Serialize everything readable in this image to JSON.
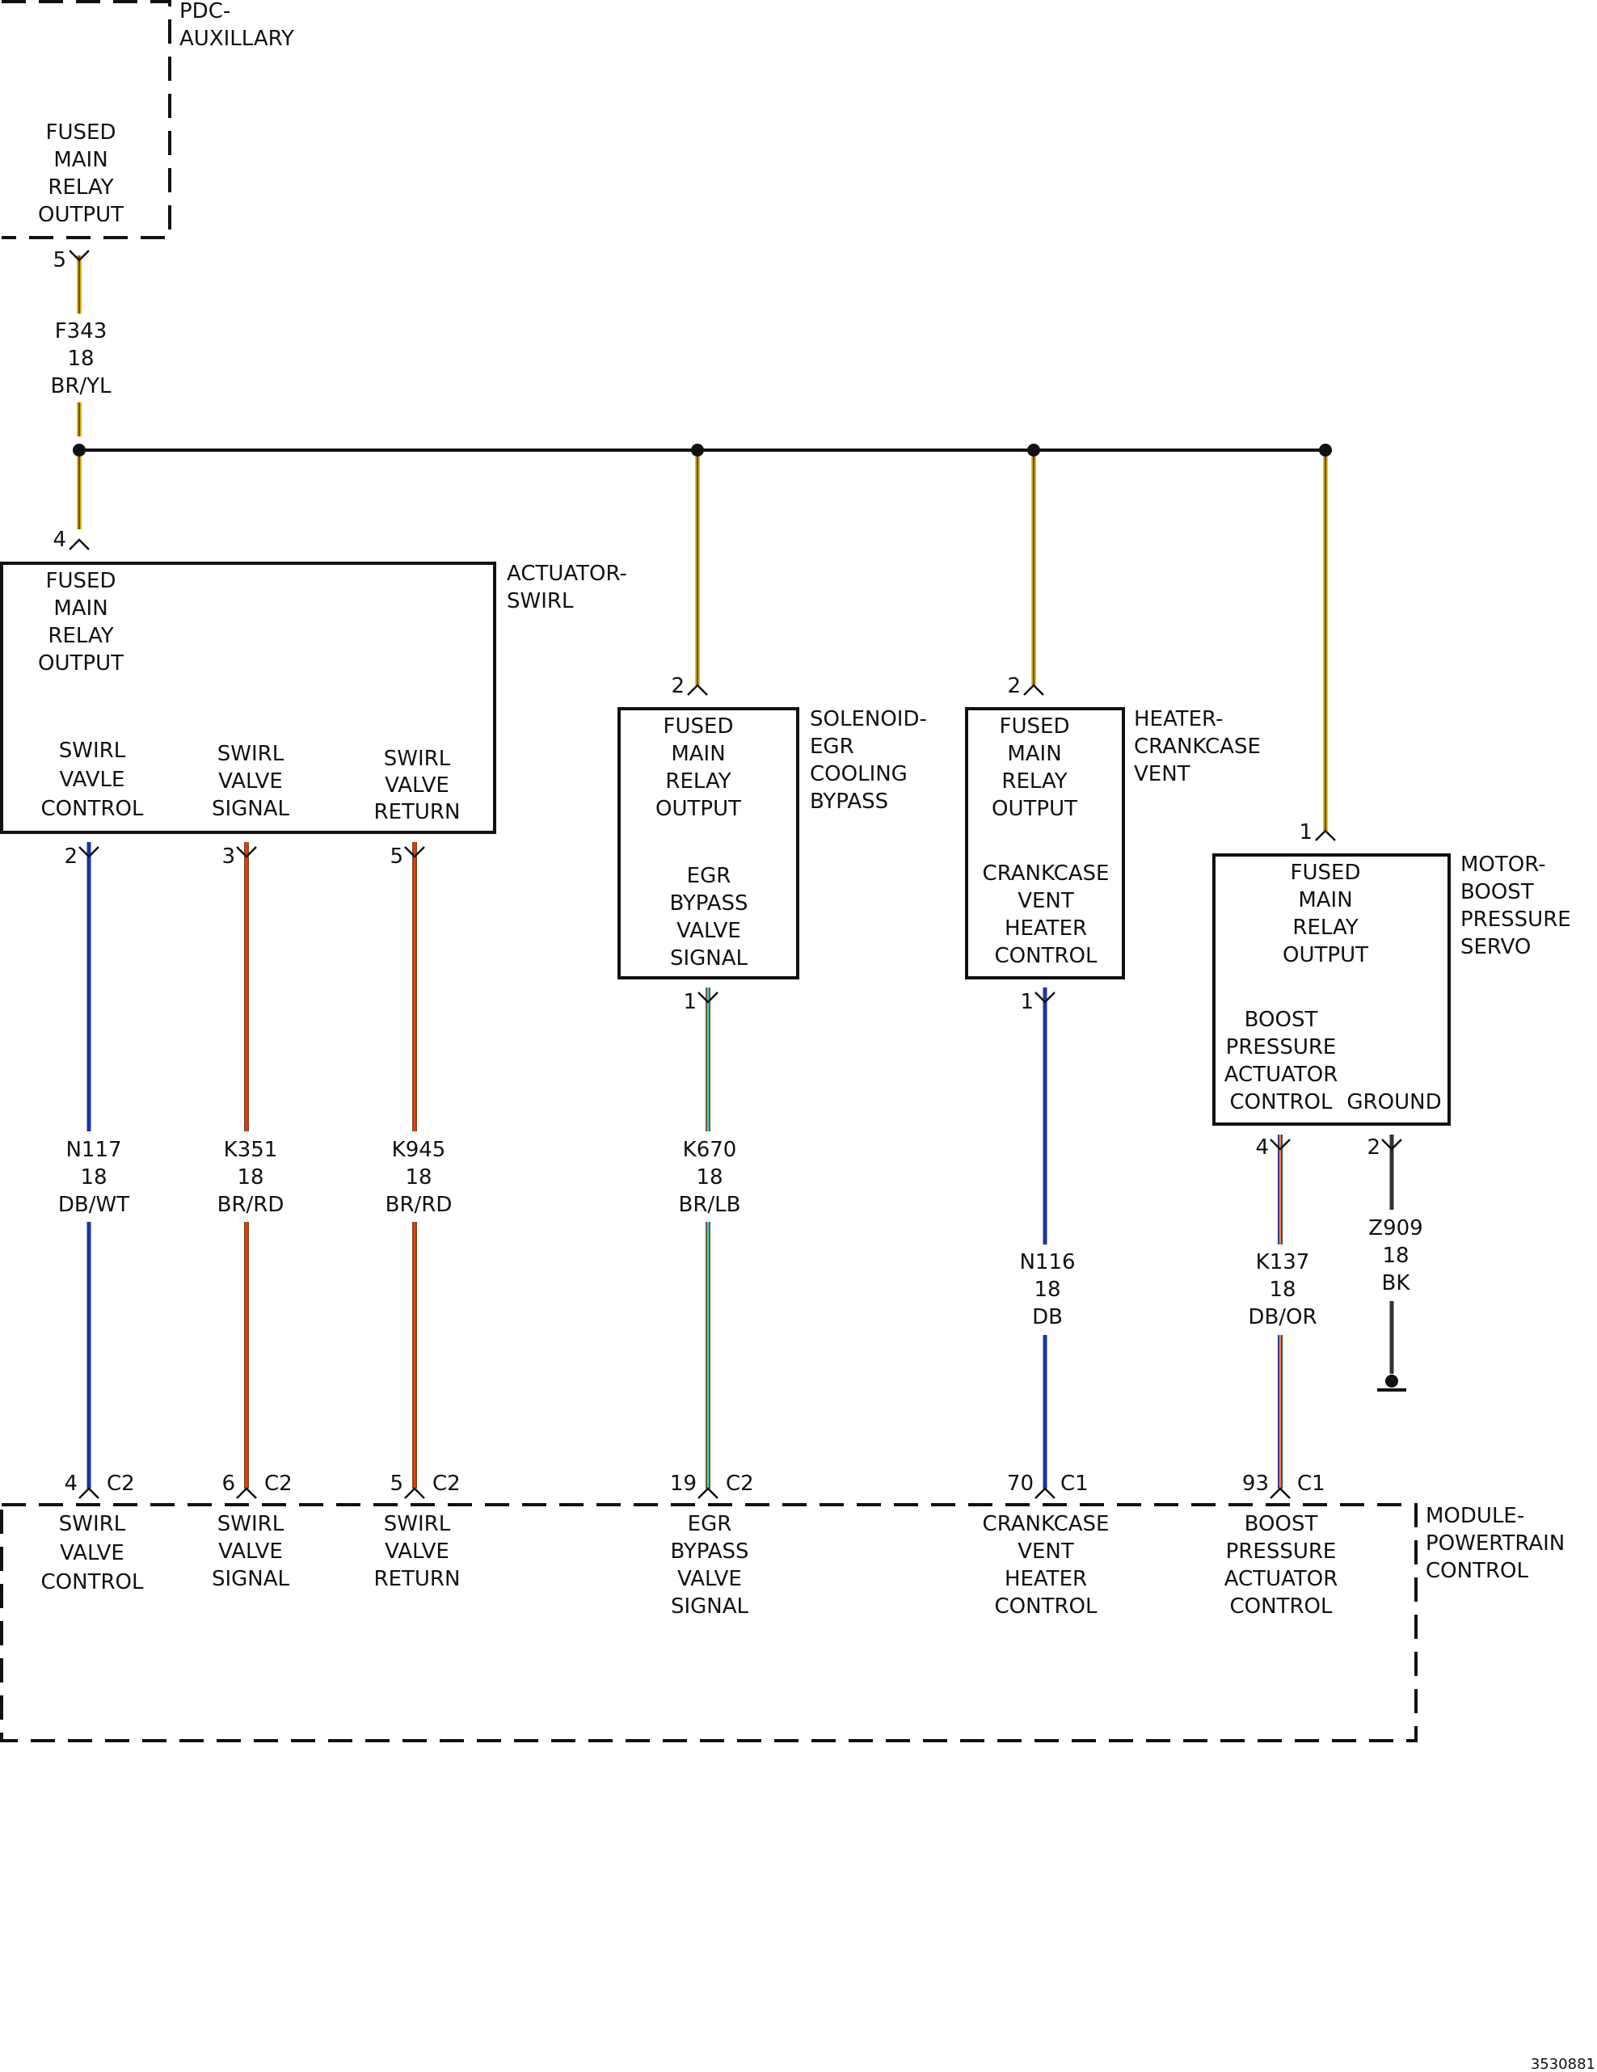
{
  "colors": {
    "yellow": "#e8c800",
    "dark_blue": "#1a35a8",
    "brown": "#7a4a1f",
    "red": "#e84018",
    "light_blue": "#30d0e0",
    "orange": "#f08a20",
    "black": "#333333"
  },
  "components": {
    "pdc": {
      "name": [
        "PDC-",
        "AUXILLARY"
      ],
      "pin_label": [
        "FUSED",
        "MAIN",
        "RELAY",
        "OUTPUT"
      ]
    },
    "swirl": {
      "name": [
        "ACTUATOR-",
        "SWIRL"
      ],
      "power_label": [
        "FUSED",
        "MAIN",
        "RELAY",
        "OUTPUT"
      ],
      "pins": [
        [
          "SWIRL",
          "VAVLE",
          "CONTROL"
        ],
        [
          "SWIRL",
          "VALVE",
          "SIGNAL"
        ],
        [
          "SWIRL",
          "VALVE",
          "RETURN"
        ]
      ]
    },
    "egr": {
      "name": [
        "SOLENOID-",
        "EGR",
        "COOLING",
        "BYPASS"
      ],
      "power_label": [
        "FUSED",
        "MAIN",
        "RELAY",
        "OUTPUT"
      ],
      "signal_label": [
        "EGR",
        "BYPASS",
        "VALVE",
        "SIGNAL"
      ]
    },
    "heater": {
      "name": [
        "HEATER-",
        "CRANKCASE",
        "VENT"
      ],
      "power_label": [
        "FUSED",
        "MAIN",
        "RELAY",
        "OUTPUT"
      ],
      "signal_label": [
        "CRANKCASE",
        "VENT",
        "HEATER",
        "CONTROL"
      ]
    },
    "motor": {
      "name": [
        "MOTOR-",
        "BOOST",
        "PRESSURE",
        "SERVO"
      ],
      "power_label": [
        "FUSED",
        "MAIN",
        "RELAY",
        "OUTPUT"
      ],
      "signal_label": [
        "BOOST",
        "PRESSURE",
        "ACTUATOR",
        "CONTROL"
      ],
      "ground_label": "GROUND"
    },
    "pcm": {
      "name": [
        "MODULE-",
        "POWERTRAIN",
        "CONTROL"
      ],
      "pins": [
        [
          "SWIRL",
          "VALVE",
          "CONTROL"
        ],
        [
          "SWIRL",
          "VALVE",
          "SIGNAL"
        ],
        [
          "SWIRL",
          "VALVE",
          "RETURN"
        ],
        [
          "EGR",
          "BYPASS",
          "VALVE",
          "SIGNAL"
        ],
        [
          "CRANKCASE",
          "VENT",
          "HEATER",
          "CONTROL"
        ],
        [
          "BOOST",
          "PRESSURE",
          "ACTUATOR",
          "CONTROL"
        ]
      ]
    }
  },
  "wires": [
    {
      "id": "F343",
      "gauge": "18",
      "color": "BR/YL"
    },
    {
      "id": "N117",
      "gauge": "18",
      "color": "DB/WT"
    },
    {
      "id": "K351",
      "gauge": "18",
      "color": "BR/RD"
    },
    {
      "id": "K945",
      "gauge": "18",
      "color": "BR/RD"
    },
    {
      "id": "K670",
      "gauge": "18",
      "color": "BR/LB"
    },
    {
      "id": "N116",
      "gauge": "18",
      "color": "DB"
    },
    {
      "id": "K137",
      "gauge": "18",
      "color": "DB/OR"
    },
    {
      "id": "Z909",
      "gauge": "18",
      "color": "BK"
    }
  ],
  "pins": {
    "pdc_out": "5",
    "swirl_in": "4",
    "swirl_control": "2",
    "swirl_signal": "3",
    "swirl_return": "5",
    "egr_in": "2",
    "egr_out": "1",
    "heater_in": "2",
    "heater_out": "1",
    "motor_in": "1",
    "motor_signal": "4",
    "motor_ground": "2",
    "pcm_swirl_control": "4",
    "pcm_swirl_signal": "6",
    "pcm_swirl_return": "5",
    "pcm_egr": "19",
    "pcm_heater": "70",
    "pcm_boost": "93"
  },
  "connectors": [
    "C2",
    "C2",
    "C2",
    "C2",
    "C1",
    "C1"
  ],
  "reference_number": "3530881"
}
